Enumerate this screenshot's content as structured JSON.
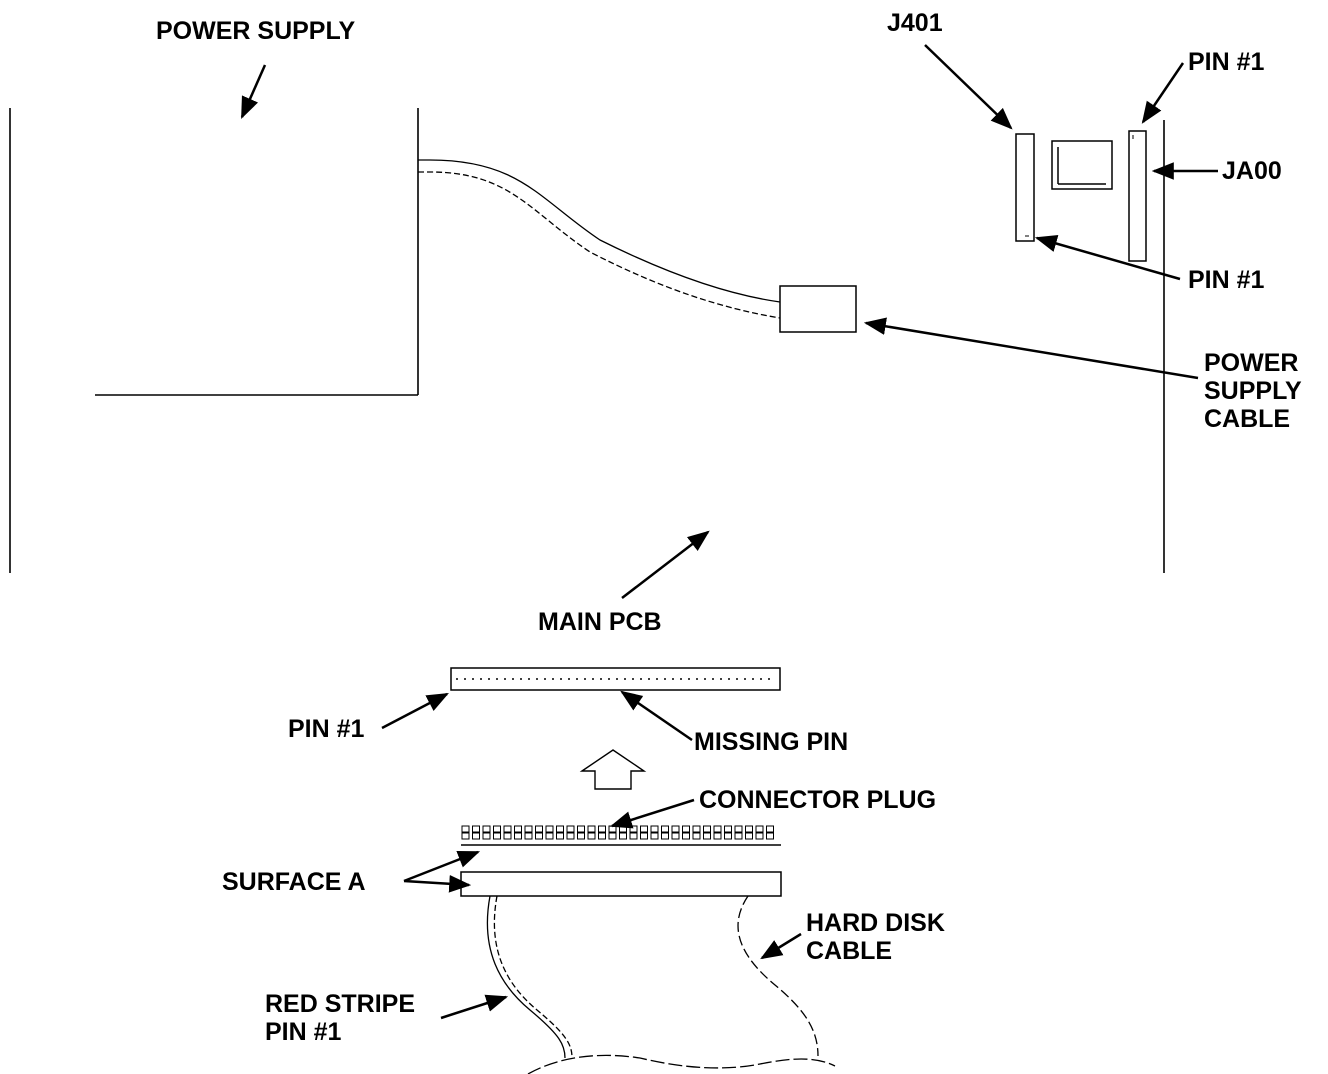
{
  "labels": {
    "power_supply": "POWER SUPPLY",
    "j401": "J401",
    "pin1_top": "PIN #1",
    "ja00": "JA00",
    "pin1_mid": "PIN #1",
    "power_supply_cable": [
      "POWER",
      "SUPPLY",
      "CABLE"
    ],
    "main_pcb": "MAIN PCB",
    "pin1_header": "PIN #1",
    "missing_pin": "MISSING PIN",
    "connector_plug": "CONNECTOR PLUG",
    "surface_a": "SURFACE A",
    "hard_disk_cable": [
      "HARD DISK",
      "CABLE"
    ],
    "red_stripe": [
      "RED STRIPE",
      "PIN #1"
    ]
  }
}
